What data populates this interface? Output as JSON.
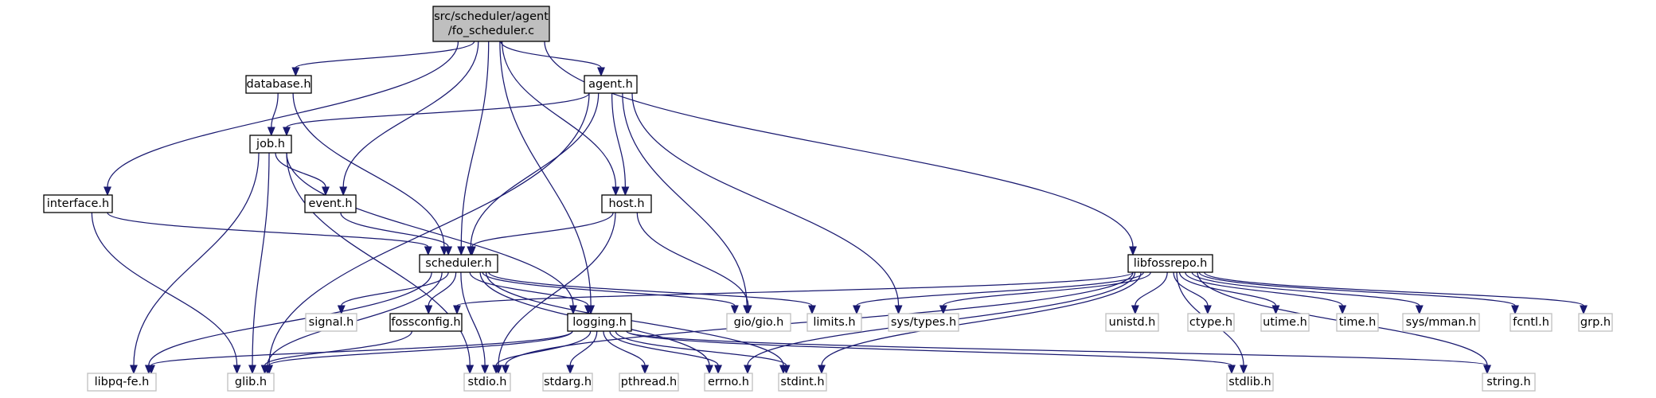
{
  "graph": {
    "colors": {
      "edge": "#191970",
      "root_fill": "#bfbfbf",
      "root_stroke": "#000000",
      "internal_fill": "#ffffff",
      "internal_stroke": "#000000",
      "external_fill": "#ffffff",
      "external_stroke": "#bfbfbf"
    },
    "nodes": [
      {
        "id": "root",
        "lines": [
          "src/scheduler/agent",
          "/fo_scheduler.c"
        ],
        "kind": "root"
      },
      {
        "id": "database",
        "lines": [
          "database.h"
        ],
        "kind": "internal"
      },
      {
        "id": "agent",
        "lines": [
          "agent.h"
        ],
        "kind": "internal"
      },
      {
        "id": "job",
        "lines": [
          "job.h"
        ],
        "kind": "internal"
      },
      {
        "id": "interface",
        "lines": [
          "interface.h"
        ],
        "kind": "internal"
      },
      {
        "id": "event",
        "lines": [
          "event.h"
        ],
        "kind": "internal"
      },
      {
        "id": "host",
        "lines": [
          "host.h"
        ],
        "kind": "internal"
      },
      {
        "id": "libfossrepo",
        "lines": [
          "libfossrepo.h"
        ],
        "kind": "internal"
      },
      {
        "id": "scheduler",
        "lines": [
          "scheduler.h"
        ],
        "kind": "internal"
      },
      {
        "id": "signal",
        "lines": [
          "signal.h"
        ],
        "kind": "external"
      },
      {
        "id": "fossconfig",
        "lines": [
          "fossconfig.h"
        ],
        "kind": "internal"
      },
      {
        "id": "logging",
        "lines": [
          "logging.h"
        ],
        "kind": "internal"
      },
      {
        "id": "giogio",
        "lines": [
          "gio/gio.h"
        ],
        "kind": "external"
      },
      {
        "id": "limits",
        "lines": [
          "limits.h"
        ],
        "kind": "external"
      },
      {
        "id": "systypes",
        "lines": [
          "sys/types.h"
        ],
        "kind": "external"
      },
      {
        "id": "unistd",
        "lines": [
          "unistd.h"
        ],
        "kind": "external"
      },
      {
        "id": "ctype",
        "lines": [
          "ctype.h"
        ],
        "kind": "external"
      },
      {
        "id": "utime",
        "lines": [
          "utime.h"
        ],
        "kind": "external"
      },
      {
        "id": "time",
        "lines": [
          "time.h"
        ],
        "kind": "external"
      },
      {
        "id": "sysmman",
        "lines": [
          "sys/mman.h"
        ],
        "kind": "external"
      },
      {
        "id": "fcntl",
        "lines": [
          "fcntl.h"
        ],
        "kind": "external"
      },
      {
        "id": "grp",
        "lines": [
          "grp.h"
        ],
        "kind": "external"
      },
      {
        "id": "libpqfe",
        "lines": [
          "libpq-fe.h"
        ],
        "kind": "external"
      },
      {
        "id": "glib",
        "lines": [
          "glib.h"
        ],
        "kind": "external"
      },
      {
        "id": "stdio",
        "lines": [
          "stdio.h"
        ],
        "kind": "external"
      },
      {
        "id": "stdarg",
        "lines": [
          "stdarg.h"
        ],
        "kind": "external"
      },
      {
        "id": "pthread",
        "lines": [
          "pthread.h"
        ],
        "kind": "external"
      },
      {
        "id": "errno",
        "lines": [
          "errno.h"
        ],
        "kind": "external"
      },
      {
        "id": "stdint",
        "lines": [
          "stdint.h"
        ],
        "kind": "external"
      },
      {
        "id": "stdlib",
        "lines": [
          "stdlib.h"
        ],
        "kind": "external"
      },
      {
        "id": "string",
        "lines": [
          "string.h"
        ],
        "kind": "external"
      }
    ],
    "edges": [
      [
        "root",
        "database"
      ],
      [
        "root",
        "agent"
      ],
      [
        "root",
        "interface"
      ],
      [
        "root",
        "event"
      ],
      [
        "root",
        "scheduler"
      ],
      [
        "root",
        "logging"
      ],
      [
        "root",
        "host"
      ],
      [
        "root",
        "libfossrepo"
      ],
      [
        "database",
        "job"
      ],
      [
        "database",
        "scheduler"
      ],
      [
        "agent",
        "job"
      ],
      [
        "agent",
        "host"
      ],
      [
        "agent",
        "scheduler"
      ],
      [
        "agent",
        "glib"
      ],
      [
        "agent",
        "giogio"
      ],
      [
        "agent",
        "systypes"
      ],
      [
        "job",
        "event"
      ],
      [
        "job",
        "logging"
      ],
      [
        "job",
        "libpqfe"
      ],
      [
        "job",
        "glib"
      ],
      [
        "job",
        "stdio"
      ],
      [
        "interface",
        "scheduler"
      ],
      [
        "interface",
        "glib"
      ],
      [
        "event",
        "scheduler"
      ],
      [
        "host",
        "scheduler"
      ],
      [
        "host",
        "giogio"
      ],
      [
        "host",
        "stdio"
      ],
      [
        "scheduler",
        "signal"
      ],
      [
        "scheduler",
        "fossconfig"
      ],
      [
        "scheduler",
        "logging"
      ],
      [
        "scheduler",
        "giogio"
      ],
      [
        "scheduler",
        "limits"
      ],
      [
        "scheduler",
        "libpqfe"
      ],
      [
        "scheduler",
        "glib"
      ],
      [
        "scheduler",
        "stdio"
      ],
      [
        "scheduler",
        "errno"
      ],
      [
        "scheduler",
        "stdint"
      ],
      [
        "fossconfig",
        "glib"
      ],
      [
        "logging",
        "libpqfe"
      ],
      [
        "logging",
        "glib"
      ],
      [
        "logging",
        "stdio"
      ],
      [
        "logging",
        "stdarg"
      ],
      [
        "logging",
        "pthread"
      ],
      [
        "logging",
        "errno"
      ],
      [
        "logging",
        "stdint"
      ],
      [
        "logging",
        "stdlib"
      ],
      [
        "logging",
        "string"
      ],
      [
        "libfossrepo",
        "fossconfig"
      ],
      [
        "libfossrepo",
        "limits"
      ],
      [
        "libfossrepo",
        "systypes"
      ],
      [
        "libfossrepo",
        "unistd"
      ],
      [
        "libfossrepo",
        "ctype"
      ],
      [
        "libfossrepo",
        "utime"
      ],
      [
        "libfossrepo",
        "time"
      ],
      [
        "libfossrepo",
        "sysmman"
      ],
      [
        "libfossrepo",
        "fcntl"
      ],
      [
        "libfossrepo",
        "grp"
      ],
      [
        "libfossrepo",
        "stdio"
      ],
      [
        "libfossrepo",
        "errno"
      ],
      [
        "libfossrepo",
        "stdint"
      ],
      [
        "libfossrepo",
        "stdlib"
      ],
      [
        "libfossrepo",
        "string"
      ]
    ]
  }
}
